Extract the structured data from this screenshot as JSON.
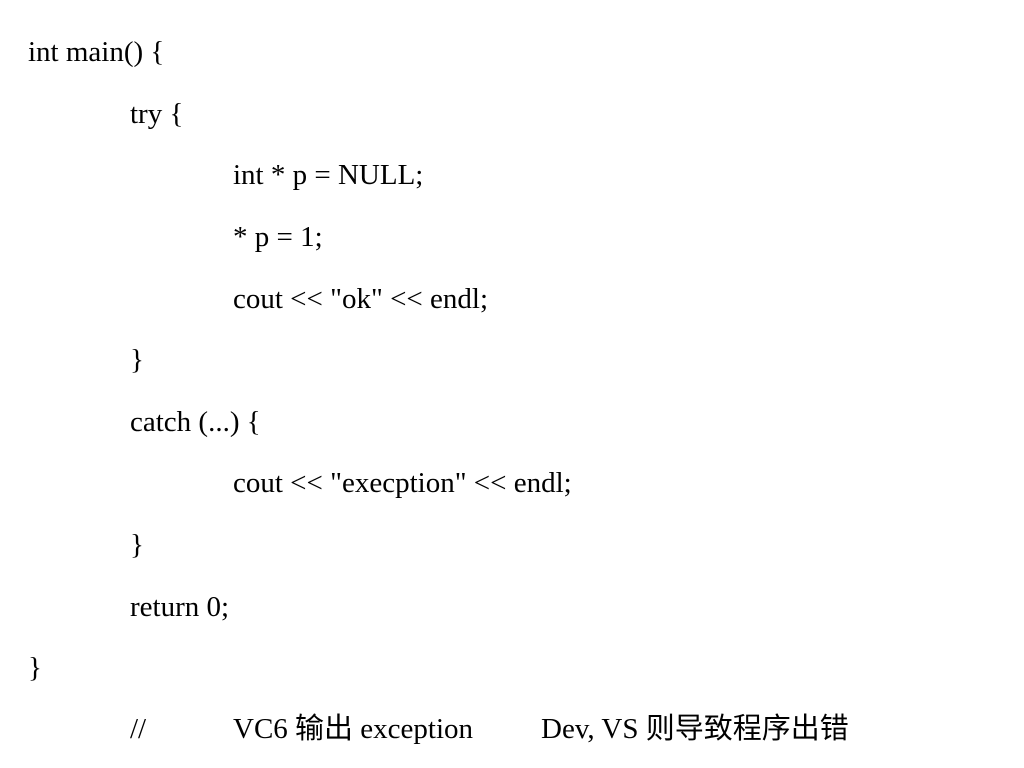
{
  "code": {
    "lines": [
      "int main() {",
      "try {",
      "int * p = NULL;",
      "* p = 1;",
      "cout << \"ok\" << endl;",
      "}",
      "catch (...) {",
      "cout << \"execption\" << endl;",
      "}",
      "return 0;",
      "}"
    ],
    "comment": {
      "marker": "//",
      "vc6_text": "VC6 输出 exception",
      "dev_text": "Dev, VS 则导致程序出错"
    }
  }
}
